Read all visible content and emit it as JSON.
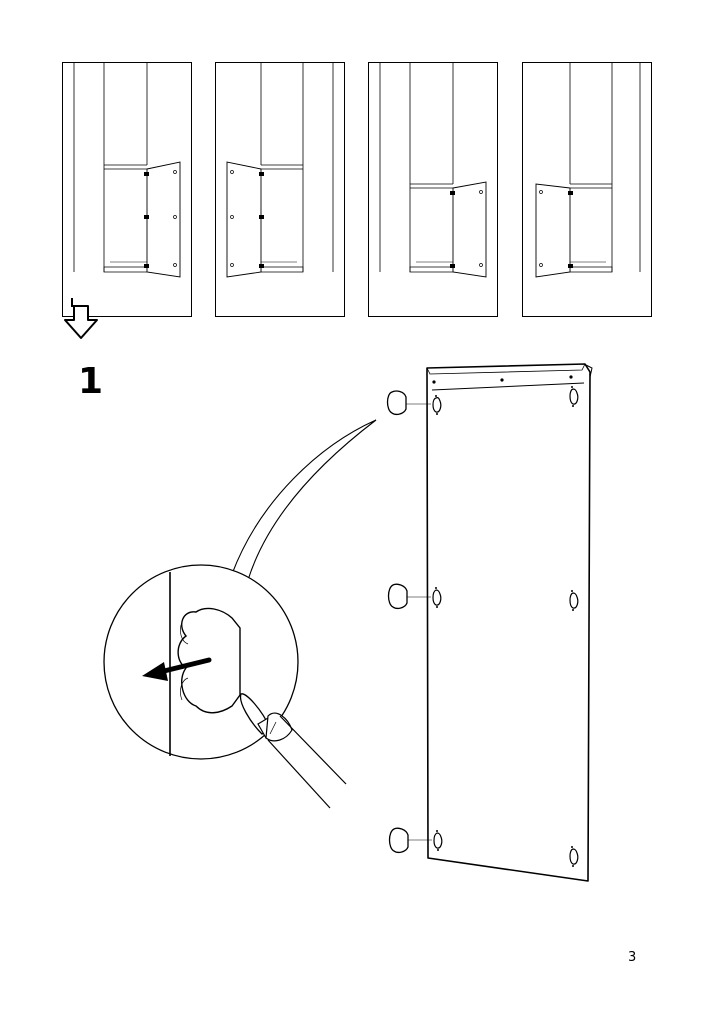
{
  "page": {
    "step_number": "1",
    "page_number": "3"
  },
  "overview_panels": [
    {
      "name": "panel-1",
      "cabinet": "tall-right-door-open"
    },
    {
      "name": "panel-2",
      "cabinet": "tall-left-door-open"
    },
    {
      "name": "panel-3",
      "cabinet": "short-right-door-open"
    },
    {
      "name": "panel-4",
      "cabinet": "short-left-door-open"
    }
  ],
  "icons": {
    "flow": "downward-flow-arrow-icon",
    "hinge_cover": "hinge-cover-icon",
    "screwdriver": "flat-screwdriver-icon",
    "direction": "removal-direction-arrow-icon"
  },
  "colors": {
    "line": "#000000",
    "background": "#ffffff",
    "light_line": "#555555"
  }
}
